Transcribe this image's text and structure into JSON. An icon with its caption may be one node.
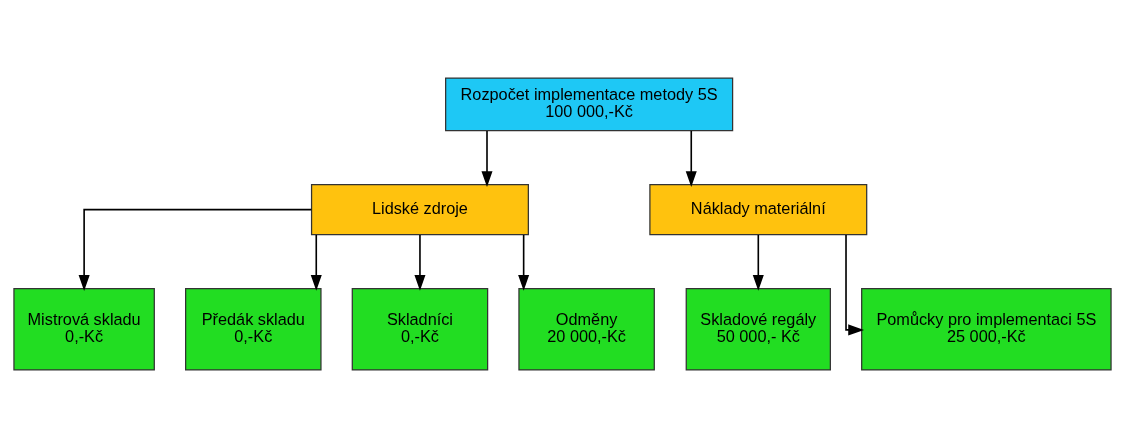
{
  "diagram": {
    "nodes": [
      {
        "text": [
          "Rozpočet implementace metody 5S",
          "100 000,-Kč"
        ]
      },
      {
        "text": [
          "Lidské zdroje"
        ]
      },
      {
        "text": [
          "Náklady materiální"
        ]
      },
      {
        "text": [
          "Mistrová skladu",
          "0,-Kč"
        ]
      },
      {
        "text": [
          "Předák skladu",
          "0,-Kč"
        ]
      },
      {
        "text": [
          "Skladníci",
          "0,-Kč"
        ]
      },
      {
        "text": [
          "Odměny",
          "20 000,-Kč"
        ]
      },
      {
        "text": [
          "Skladové regály",
          "50 000,- Kč"
        ]
      },
      {
        "text": [
          "Pomůcky pro implementaci 5S",
          "25 000,-Kč"
        ]
      }
    ],
    "edges": [
      {
        "from": 0,
        "to": 1,
        "arrow": "to"
      },
      {
        "from": 0,
        "to": 2,
        "arrow": "to"
      },
      {
        "from": 1,
        "to": 3,
        "arrow": "to"
      },
      {
        "from": 1,
        "to": 4,
        "arrow": "to"
      },
      {
        "from": 1,
        "to": 5,
        "arrow": "to"
      },
      {
        "from": 1,
        "to": 6,
        "arrow": "to"
      },
      {
        "from": 2,
        "to": 7,
        "arrow": "to"
      },
      {
        "from": 2,
        "to": 8,
        "arrow": "to"
      }
    ]
  }
}
